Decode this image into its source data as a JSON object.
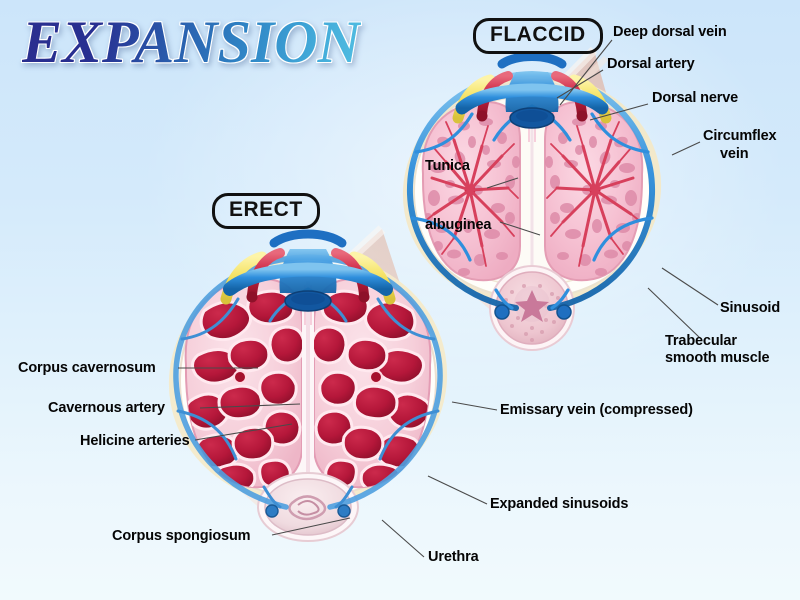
{
  "title": "EXPANSION",
  "theme": {
    "bg_top": "#cce5fa",
    "bg_bottom": "#f1fafd",
    "title_gradient_from": "#2a2f8f",
    "title_gradient_to": "#52bfe2",
    "label_color": "#050505",
    "vein_blue": "#2f8fdd",
    "artery_red": "#c8243a",
    "nerve_yellow": "#f2e05a",
    "tunica_white": "#fdfdfa",
    "flaccid_sinusoid": "#f3b9cb",
    "erect_sinusoid": "#b5173a"
  },
  "figures": {
    "flaccid": {
      "state_label": "FLACCID",
      "labels": [
        {
          "id": "deep-dorsal-vein",
          "text": "Deep dorsal vein",
          "align": "left"
        },
        {
          "id": "dorsal-artery",
          "text": "Dorsal artery",
          "align": "left"
        },
        {
          "id": "dorsal-nerve",
          "text": "Dorsal nerve",
          "align": "left"
        },
        {
          "id": "circumflex-vein-line1",
          "text": "Circumflex",
          "align": "left"
        },
        {
          "id": "circumflex-vein-line2",
          "text": "vein",
          "align": "left"
        },
        {
          "id": "tunica",
          "text": "Tunica",
          "align": "left"
        },
        {
          "id": "albuginea",
          "text": "albuginea",
          "align": "left"
        },
        {
          "id": "sinusoid",
          "text": "Sinusoid",
          "align": "left"
        },
        {
          "id": "trabecular-line1",
          "text": "Trabecular",
          "align": "left"
        },
        {
          "id": "trabecular-line2",
          "text": "smooth muscle",
          "align": "left"
        }
      ]
    },
    "erect": {
      "state_label": "ERECT",
      "labels": [
        {
          "id": "corpus-cavernosum",
          "text": "Corpus cavernosum",
          "align": "right"
        },
        {
          "id": "cavernous-artery",
          "text": "Cavernous artery",
          "align": "right"
        },
        {
          "id": "helicine-arteries",
          "text": "Helicine arteries",
          "align": "right"
        },
        {
          "id": "corpus-spongiosum",
          "text": "Corpus spongiosum",
          "align": "right"
        },
        {
          "id": "emissary-vein",
          "text": "Emissary vein (compressed)",
          "align": "left"
        },
        {
          "id": "expanded-sinusoids",
          "text": "Expanded sinusoids",
          "align": "left"
        },
        {
          "id": "urethra",
          "text": "Urethra",
          "align": "left"
        }
      ]
    }
  }
}
